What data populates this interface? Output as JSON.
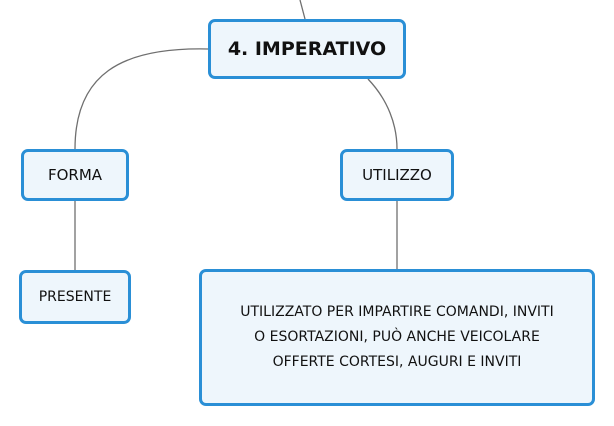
{
  "root": {
    "label": "4. IMPERATIVO"
  },
  "branches": {
    "forma": {
      "label": "FORMA",
      "child": "PRESENTE"
    },
    "utilizzo": {
      "label": "UTILIZZO",
      "child_lines": [
        "UTILIZZATO PER IMPARTIRE COMANDI, INVITI",
        "O ESORTAZIONI, PUÒ ANCHE VEICOLARE",
        "OFFERTE CORTESI, AUGURI E INVITI"
      ]
    }
  },
  "colors": {
    "node_border": "#2a8fd6",
    "node_fill": "#eef6fc",
    "connector": "#6f6f6f"
  }
}
